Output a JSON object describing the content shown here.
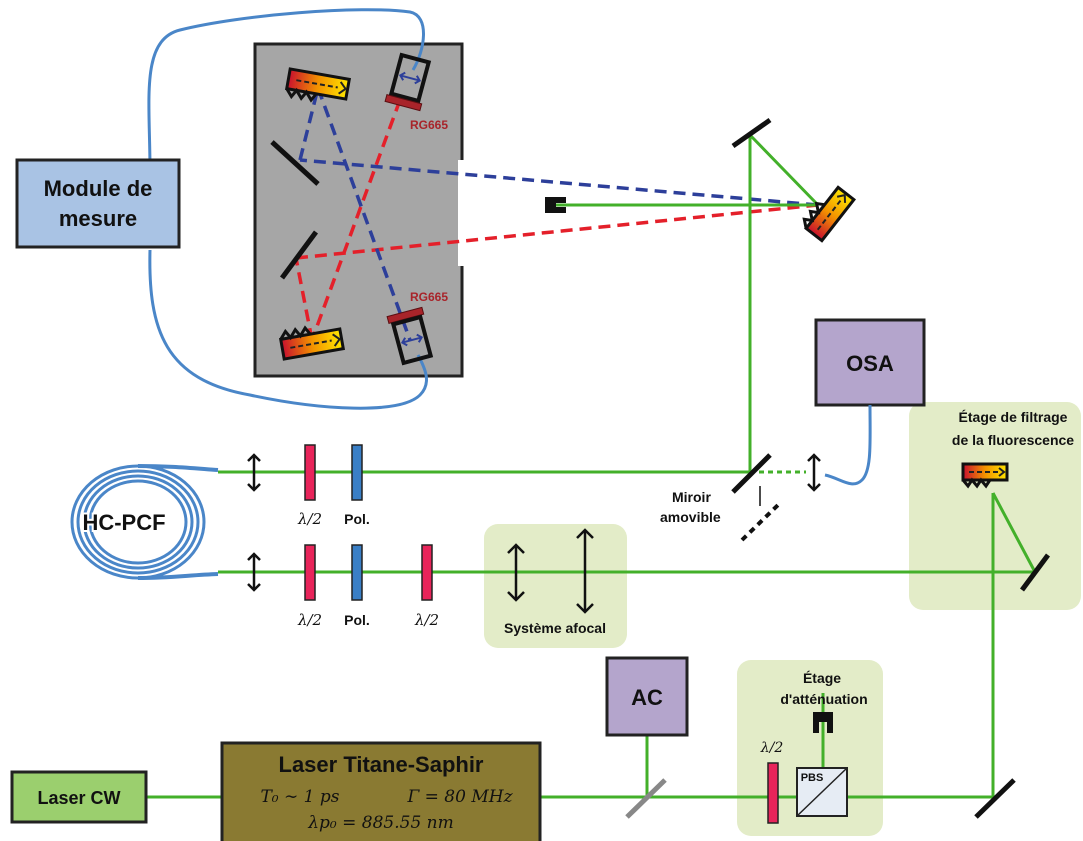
{
  "labels": {
    "module_mesure_line1": "Module de",
    "module_mesure_line2": "mesure",
    "osa": "OSA",
    "ac": "AC",
    "laser_cw": "Laser CW",
    "laser_ts_title": "Laser Titane-Saphir",
    "laser_ts_t0": "T₀ ∼ 1 ps",
    "laser_ts_gamma": "Γ = 80 MHz",
    "laser_ts_lambda": "λp₀ = 885.55 nm",
    "hcpcf": "HC-PCF",
    "rg665_top": "RG665",
    "rg665_bottom": "RG665",
    "lambda_half_1": "λ/2",
    "pol_1": "Pol.",
    "lambda_half_2": "λ/2",
    "pol_2": "Pol.",
    "lambda_half_3": "λ/2",
    "lambda_half_4": "λ/2",
    "systeme_afocal": "Système afocal",
    "miroir_line1": "Miroir",
    "miroir_line2": "amovible",
    "filtrage_line1": "Étage de filtrage",
    "filtrage_line2": "de la fluorescence",
    "attenuation_line1": "Étage",
    "attenuation_line2": "d'atténuation",
    "pbs": "PBS"
  },
  "colors": {
    "beam_green": "#43b02a",
    "beam_red_dashed": "#e4202a",
    "beam_blue_dashed": "#2d3f9a",
    "fiber_blue": "#4a86c8",
    "box_blue": "#a9c3e4",
    "box_purple": "#b4a5cc",
    "box_green": "#9bcf6e",
    "laser_brown": "#8a7a32",
    "panel_green": "#e3ecc8",
    "chamber_gray": "#a6a6a6",
    "waveplate_red": "#e8245a",
    "polarizer_blue": "#3a7fc6",
    "filter_darkred": "#a8242a"
  }
}
